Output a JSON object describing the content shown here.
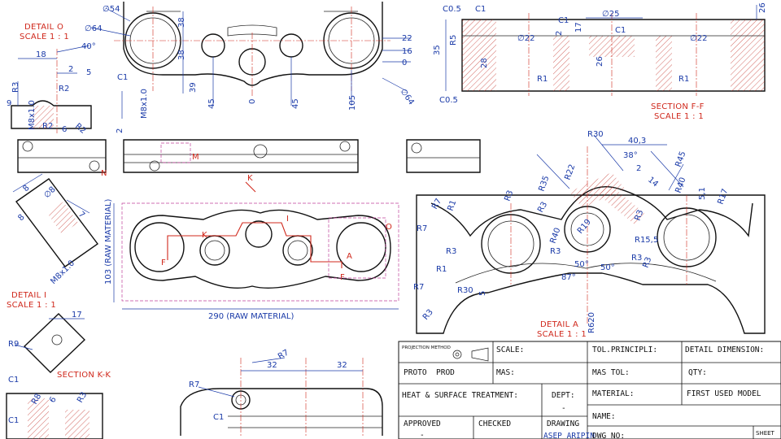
{
  "views": {
    "detail_o": {
      "title": "DETAIL O",
      "scale": "SCALE 1 : 1"
    },
    "detail_i": {
      "title": "DETAIL I",
      "scale": "SCALE 1 : 1"
    },
    "section_ff": {
      "title": "SECTION F-F",
      "scale": "SCALE 1 : 1"
    },
    "section_kk": {
      "title": "SECTION K-K"
    },
    "detail_a": {
      "title": "DETAIL A",
      "scale": "SCALE 1 : 1"
    }
  },
  "raw_material": {
    "width": "290 (RAW MATERIAL)",
    "height": "103 (RAW MATERIAL)"
  },
  "section_markers": {
    "k": "K",
    "f": "F",
    "a": "A",
    "i": "I",
    "o": "O",
    "m": "M",
    "n": "N"
  },
  "dimensions": {
    "top_view": [
      "∅54",
      "∅64",
      "38",
      "38",
      "39",
      "45",
      "0",
      "45",
      "105",
      "22",
      "16",
      "0",
      "∅64"
    ],
    "detail_o": [
      "18",
      "40°",
      "2",
      "5",
      "C1",
      "R3",
      "R2",
      "R2",
      "R2",
      "9",
      "M8x1.0",
      "6",
      "M8x1.0",
      "2"
    ],
    "section_ff": [
      "C0.5",
      "C1",
      "35",
      "R5",
      "28",
      "∅22",
      "2",
      "C1",
      "17",
      "∅25",
      "C1",
      "26",
      "∅22",
      "26",
      "R1",
      "R1",
      "C0.5"
    ],
    "detail_i": [
      "8",
      "∅8",
      "8",
      "7",
      "M8x1.0",
      "17",
      "R9"
    ],
    "detail_a": [
      "R30",
      "40,3",
      "38°",
      "R45",
      "2",
      "R22",
      "14",
      "R35",
      "R40",
      "5,1",
      "R3",
      "R17",
      "R3",
      "R1",
      "R7",
      "R7",
      "R3",
      "R19",
      "R40",
      "R3",
      "R15,5",
      "R3",
      "R3",
      "R1",
      "50°",
      "50°",
      "87°",
      "R3",
      "R30",
      "5",
      "R7",
      "R620",
      "R3"
    ],
    "section_kk": [
      "C1",
      "R8",
      "6",
      "R3",
      "C1"
    ],
    "bottom_view": [
      "R7",
      "32",
      "32",
      "R7",
      "C1"
    ]
  },
  "title_block": {
    "projection_method": "PROJECTION METHOD",
    "scale_label": "SCALE:",
    "tol_label": "TOL.PRINCIPLI:",
    "detail_dimension": "DETAIL DIMENSION:",
    "proto": "PROTO",
    "prod": "PROD",
    "mas_label": "MAS:",
    "mas_tol": "MAS TOL:",
    "qty": "QTY:",
    "heat_treatment": "HEAT & SURFACE TREATMENT:",
    "dept": "DEPT:",
    "dept_value": "-",
    "material": "MATERIAL:",
    "first_used_model": "FIRST USED MODEL",
    "name": "NAME:",
    "approved": "APPROVED",
    "checked": "CHECKED",
    "drawing": "DRAWING",
    "approved_value": "-",
    "drawer": "ASEP ARIPIN",
    "dwg_no": "DWG NO:",
    "sheet": "SHEET"
  },
  "colors": {
    "line": "#111111",
    "dimension": "#1a3aa8",
    "label": "#d0281c",
    "hatch": "#c0271f",
    "phantom": "#c0409a"
  }
}
